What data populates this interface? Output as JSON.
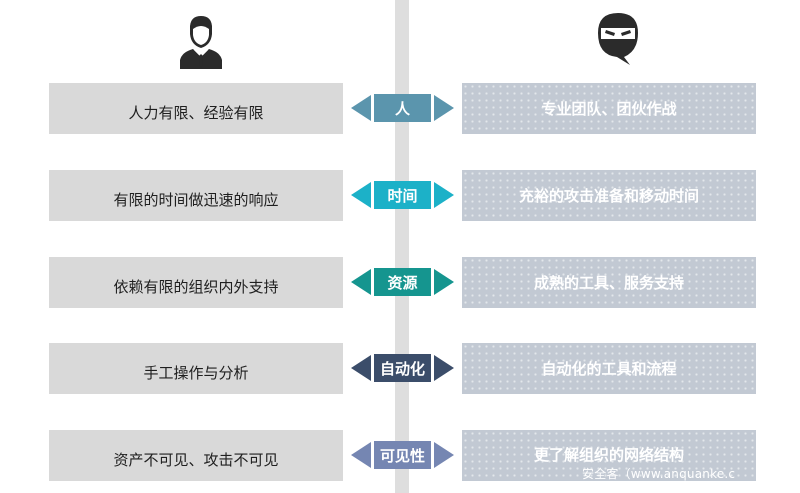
{
  "icons": {
    "left": "businessman-icon",
    "right": "hacker-icon"
  },
  "colors": {
    "left_box": "#d9d9d9",
    "right_box": "#c2c9d3",
    "divider": "#dedede"
  },
  "rows": [
    {
      "left": "人力有限、经验有限",
      "center": "人",
      "right": "专业团队、团伙作战",
      "color": "#5b95ad"
    },
    {
      "left": "有限的时间做迅速的响应",
      "center": "时间",
      "right": "充裕的攻击准备和移动时间",
      "color": "#1cb1c8"
    },
    {
      "left": "依赖有限的组织内外支持",
      "center": "资源",
      "right": "成熟的工具、服务支持",
      "color": "#15958f"
    },
    {
      "left": "手工操作与分析",
      "center": "自动化",
      "right": "自动化的工具和流程",
      "color": "#3b4d6a"
    },
    {
      "left": "资产不可见、攻击不可见",
      "center": "可见性",
      "right": "更了解组织的网络结构",
      "color": "#7586b2"
    }
  ],
  "watermark": "安全客（www.anquanke.c"
}
